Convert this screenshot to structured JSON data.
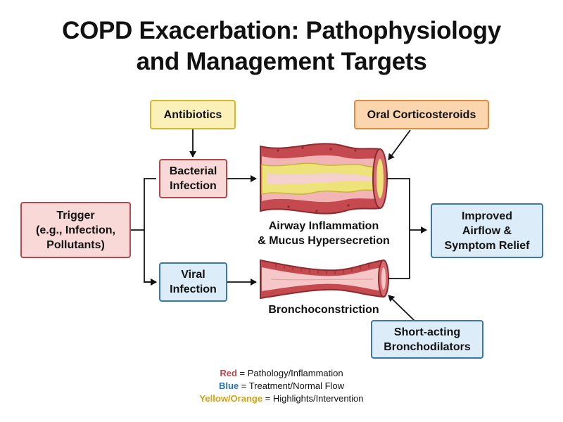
{
  "title": {
    "line1": "COPD Exacerbation: Pathophysiology",
    "line2": "and Management Targets"
  },
  "nodes": {
    "trigger": {
      "lines": [
        "Trigger",
        "(e.g., Infection,",
        "Pollutants)"
      ]
    },
    "bacterial": {
      "lines": [
        "Bacterial",
        "Infection"
      ]
    },
    "viral": {
      "lines": [
        "Viral",
        "Infection"
      ]
    },
    "antibiotics": {
      "lines": [
        "Antibiotics"
      ]
    },
    "corticosteroids": {
      "lines": [
        "Oral Corticosteroids"
      ]
    },
    "bronchodilators": {
      "lines": [
        "Short-acting",
        "Bronchodilators"
      ]
    },
    "outcome": {
      "lines": [
        "Improved",
        "Airflow &",
        "Symptom Relief"
      ]
    }
  },
  "captions": {
    "inflammation": [
      "Airway Inflammation",
      "& Mucus Hypersecretion"
    ],
    "bronchoconstriction": [
      "Bronchoconstriction"
    ]
  },
  "legend": [
    {
      "key": "Red",
      "text": " = Pathology/Inflammation",
      "color": "#b5484b"
    },
    {
      "key": "Blue",
      "text": " = Treatment/Normal Flow",
      "color": "#2d72b8"
    },
    {
      "key": "Yellow/Orange",
      "text": " = Highlights/Intervention",
      "color": "#d1a21b"
    }
  ],
  "colors": {
    "pathology": "#b5484b",
    "treatment": "#3c77a6",
    "highlight": "#d7b72c",
    "intervention": "#dd8a40"
  },
  "icons": {
    "inflamed_airway": "inflamed-airway-icon",
    "constricted_airway": "constricted-airway-icon"
  }
}
